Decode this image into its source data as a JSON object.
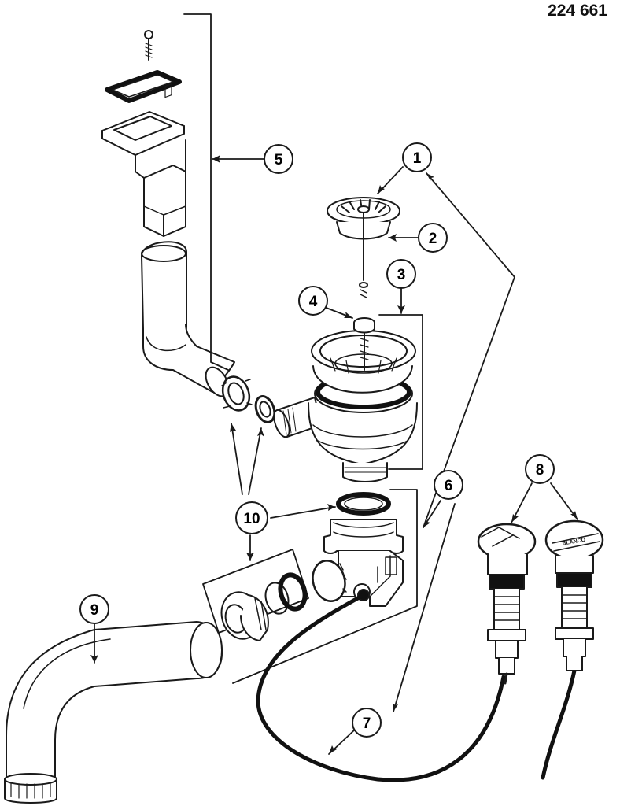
{
  "part_number": "224 661",
  "callouts": [
    "1",
    "2",
    "3",
    "4",
    "5",
    "6",
    "7",
    "8",
    "9",
    "10"
  ],
  "brand_mark": "BLANCO",
  "colors": {
    "ink": "#1a1a1a",
    "fill": "#ffffff",
    "hose": "#111111"
  }
}
